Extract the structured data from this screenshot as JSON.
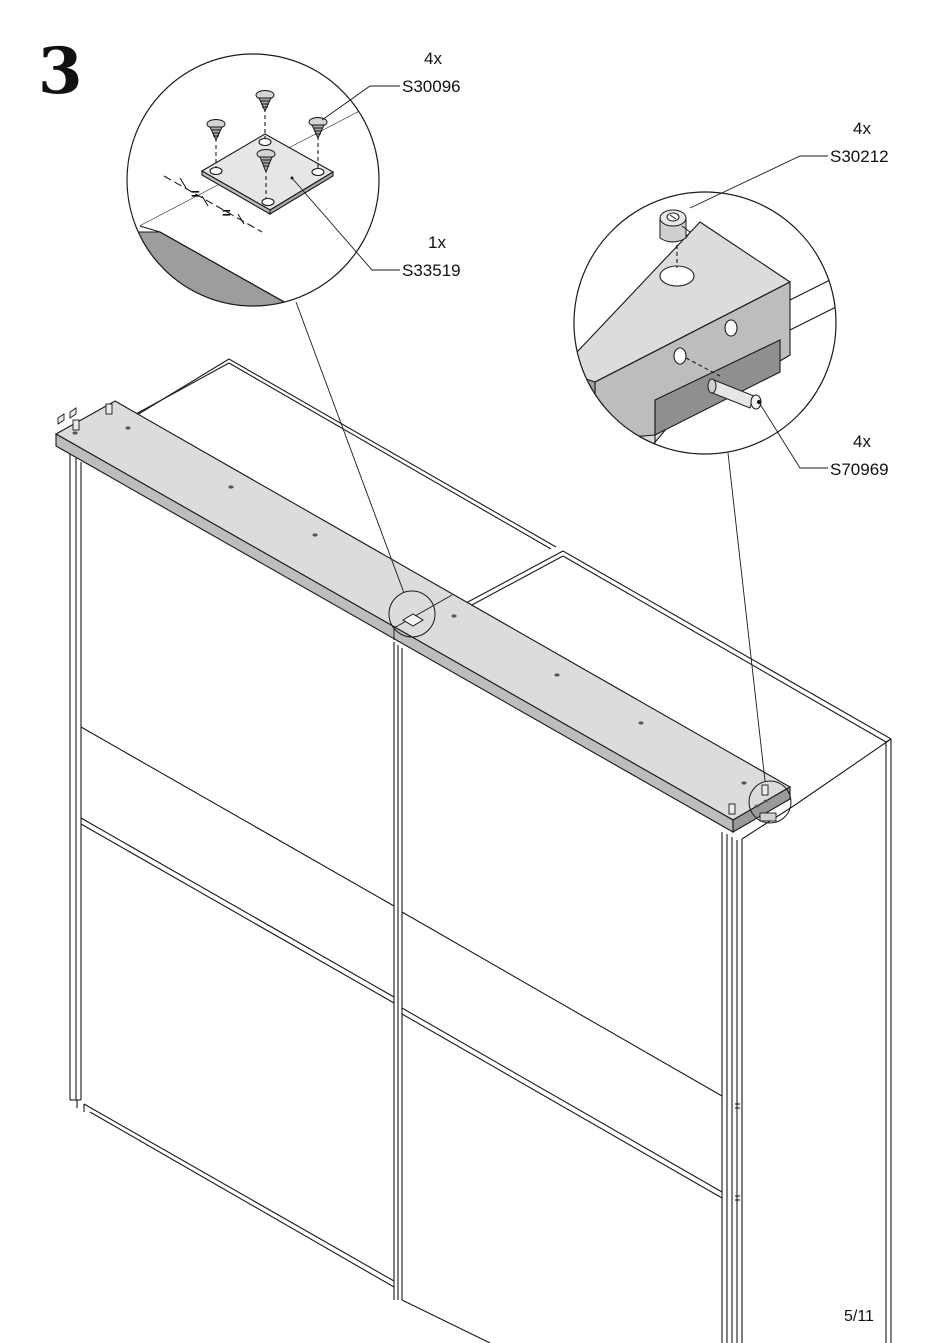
{
  "step": {
    "number": "3"
  },
  "callouts": [
    {
      "qty": "4x",
      "part": "S30096"
    },
    {
      "qty": "1x",
      "part": "S33519"
    },
    {
      "qty": "4x",
      "part": "S30212"
    },
    {
      "qty": "4x",
      "part": "S70969"
    }
  ],
  "detail_marks": {
    "equal_sign": "="
  },
  "page": {
    "number": "5/11"
  },
  "colors": {
    "line": "#1a1a1a",
    "shade_light": "#dcdcdc",
    "shade_mid": "#bdbdbd",
    "shade_dark": "#8f8f8f"
  }
}
